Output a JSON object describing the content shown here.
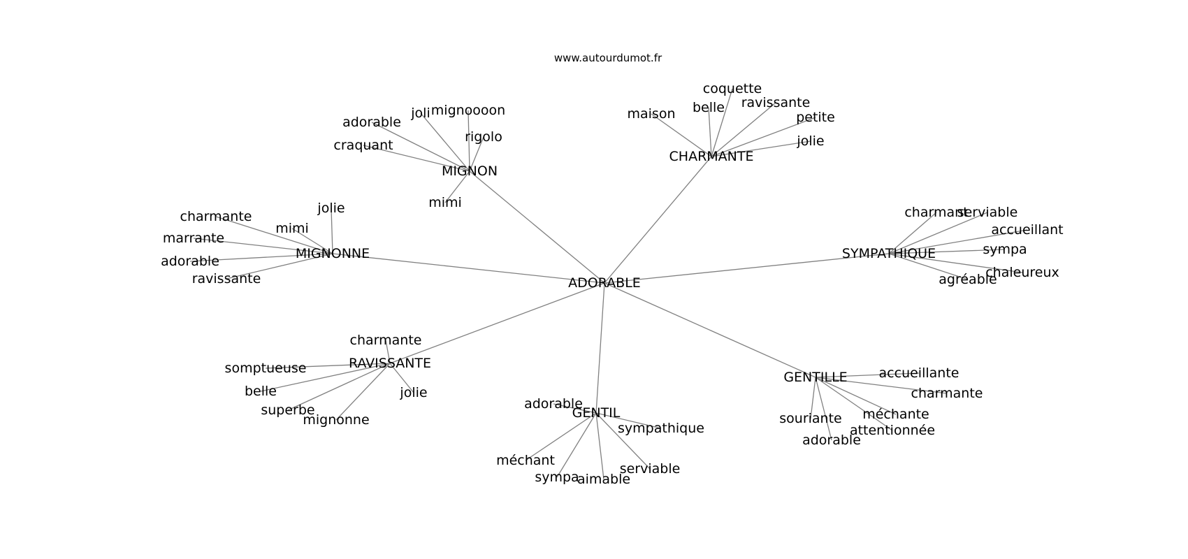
{
  "header": {
    "site": "www.autourdumot.fr"
  },
  "graph": {
    "center": "ADORABLE",
    "hubs": [
      {
        "label": "MIGNON",
        "leaves": [
          "adorable",
          "joli",
          "mignoooon",
          "rigolo",
          "craquant",
          "mimi"
        ]
      },
      {
        "label": "CHARMANTE",
        "leaves": [
          "maison",
          "belle",
          "coquette",
          "ravissante",
          "petite",
          "jolie"
        ]
      },
      {
        "label": "MIGNONNE",
        "leaves": [
          "charmante",
          "mimi",
          "jolie",
          "marrante",
          "adorable",
          "ravissante"
        ]
      },
      {
        "label": "SYMPATHIQUE",
        "leaves": [
          "charmant",
          "serviable",
          "accueillant",
          "sympa",
          "chaleureux",
          "agréable"
        ]
      },
      {
        "label": "RAVISSANTE",
        "leaves": [
          "charmante",
          "somptueuse",
          "belle",
          "superbe",
          "mignonne",
          "jolie"
        ]
      },
      {
        "label": "GENTIL",
        "leaves": [
          "adorable",
          "sympathique",
          "méchant",
          "sympa",
          "aimable",
          "serviable"
        ]
      },
      {
        "label": "GENTILLE",
        "leaves": [
          "accueillante",
          "charmante",
          "méchante",
          "attentionnée",
          "souriante",
          "adorable"
        ]
      }
    ]
  }
}
